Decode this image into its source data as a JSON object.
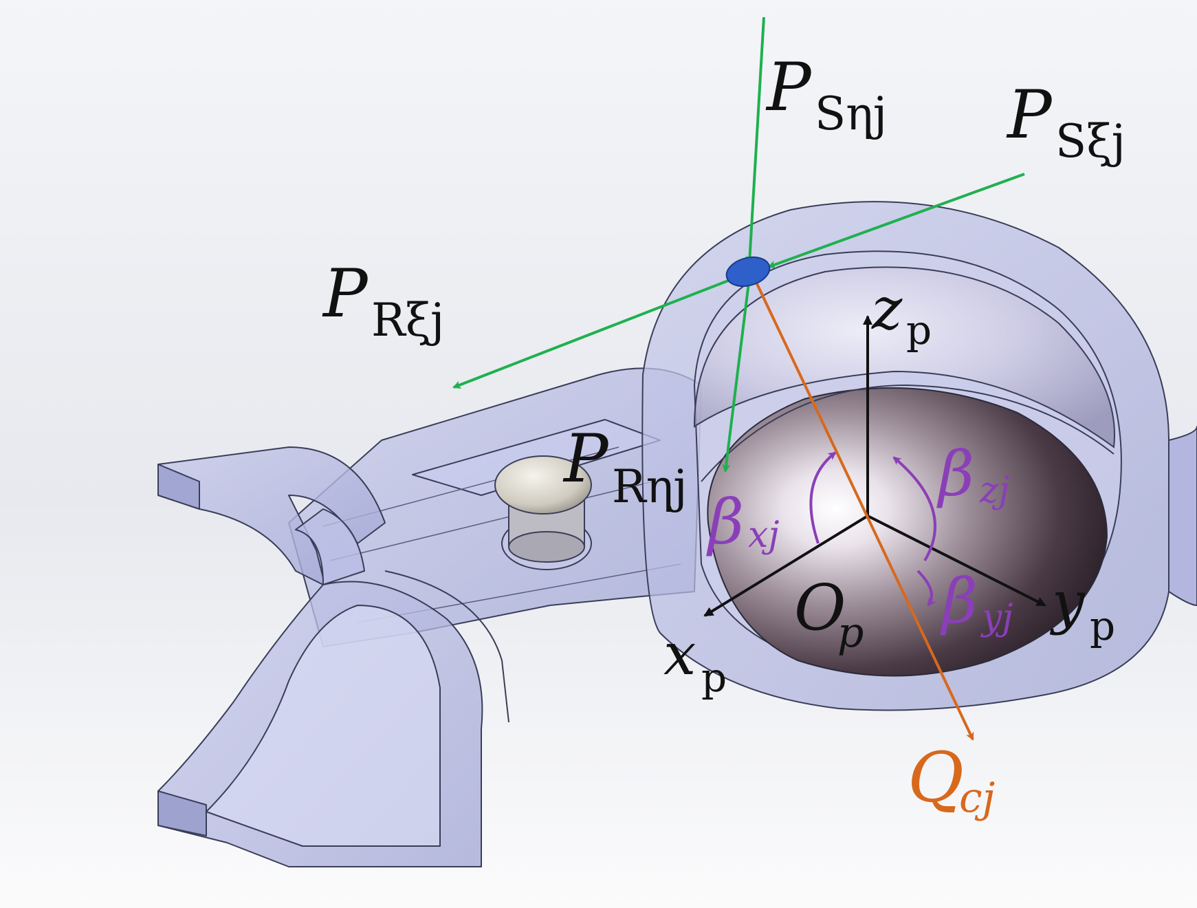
{
  "figure": {
    "colors": {
      "force_arrow": "#1fb04f",
      "reaction_arrow": "#d8681c",
      "angle": "#8a3fb8",
      "axis": "#111111",
      "contact_patch": "#2f5fc8",
      "body": "#a9add8",
      "ball_light": "#f2eef4",
      "ball_dark": "#2a1e26"
    },
    "labels": {
      "p_s_eta_j": {
        "main": "P",
        "sub": "Sηj"
      },
      "p_s_xi_j": {
        "main": "P",
        "sub": "Sξj"
      },
      "p_r_xi_j": {
        "main": "P",
        "sub": "Rξj"
      },
      "p_r_eta_j": {
        "main": "P",
        "sub": "Rηj"
      },
      "z_axis": {
        "main": "z",
        "sub": "p"
      },
      "x_axis": {
        "main": "x",
        "sub": "p"
      },
      "y_axis": {
        "main": "y",
        "sub": "p"
      },
      "origin": {
        "main": "O",
        "sub": "p"
      },
      "beta_x": {
        "main": "β",
        "sub": "xj"
      },
      "beta_y": {
        "main": "β",
        "sub": "yj"
      },
      "beta_z": {
        "main": "β",
        "sub": "zj"
      },
      "q_c_j": {
        "main": "Q",
        "sub": "cj"
      }
    }
  }
}
